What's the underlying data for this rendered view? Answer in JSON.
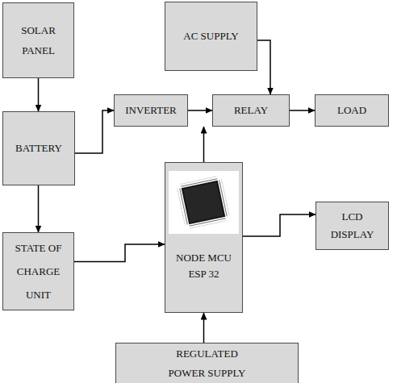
{
  "diagram": {
    "nodes": [
      {
        "text": [
          "SOLAR PANEL"
        ]
      },
      {
        "text": [
          "AC SUPPLY"
        ]
      },
      {
        "text": [
          "INVERTER"
        ]
      },
      {
        "text": [
          "RELAY"
        ]
      },
      {
        "text": [
          "LOAD"
        ]
      },
      {
        "text": [
          "BATTERY"
        ]
      },
      {
        "text": [
          "NODE MCU ESP 32"
        ]
      },
      {
        "text": [
          "LCD DISPLAY"
        ]
      },
      {
        "text": [
          "STATE OF CHARGE UNIT"
        ]
      },
      {
        "text": [
          "REGULATED POWER SUPPLY"
        ]
      }
    ],
    "edges": [
      {
        "from": 0,
        "to": 5,
        "arrow": "to"
      },
      {
        "from": 5,
        "to": 2,
        "arrow": "to"
      },
      {
        "from": 1,
        "to": 3,
        "arrow": "to"
      },
      {
        "from": 2,
        "to": 3,
        "arrow": "to"
      },
      {
        "from": 3,
        "to": 4,
        "arrow": "to"
      },
      {
        "from": 5,
        "to": 8,
        "arrow": "to"
      },
      {
        "from": 8,
        "to": 6,
        "arrow": "to"
      },
      {
        "from": 6,
        "to": 3,
        "arrow": "to"
      },
      {
        "from": 6,
        "to": 7,
        "arrow": "to"
      },
      {
        "from": 9,
        "to": 6,
        "arrow": "to"
      }
    ]
  }
}
